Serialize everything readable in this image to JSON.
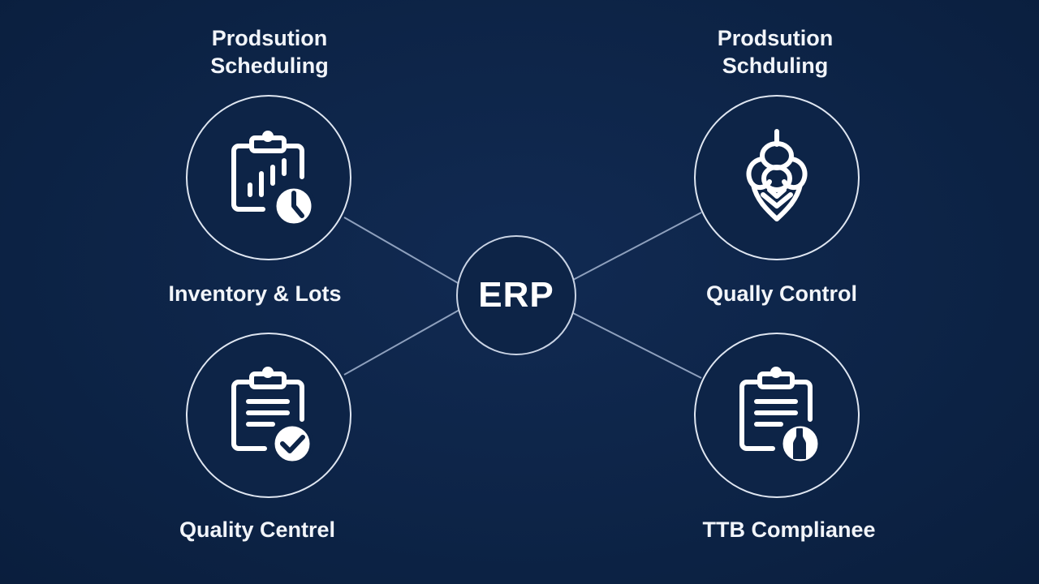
{
  "hub": {
    "label": "ERP"
  },
  "nodes": [
    {
      "id": "top-left",
      "icon": "clipboard-chart-clock-icon"
    },
    {
      "id": "top-right",
      "icon": "hop-cone-icon"
    },
    {
      "id": "bottom-left",
      "icon": "clipboard-checkmark-icon"
    },
    {
      "id": "bottom-right",
      "icon": "clipboard-bottle-icon"
    }
  ],
  "labels": {
    "top_left": "Prodsution\nScheduling",
    "top_right": "Prodsution\nSchduling",
    "mid_left": "Inventory & Lots",
    "mid_right": "Qually Control",
    "bottom_left": "Quality Centrel",
    "bottom_right": "TTB Complianee"
  },
  "colors": {
    "background": "#0c2244",
    "stroke": "#dfe6f1",
    "text": "#ffffff"
  }
}
